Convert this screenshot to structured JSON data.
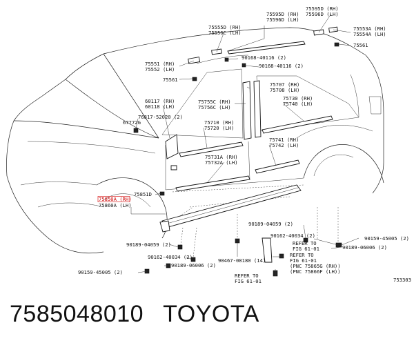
{
  "caption": {
    "part_number": "7585048010",
    "brand": "TOYOTA"
  },
  "diagram": {
    "ref_code": "753303",
    "labels": {
      "l75595": [
        "75595D (RH)",
        "75596D (LH)"
      ],
      "l75555": [
        "75555D (RH)",
        "75556C (LH)"
      ],
      "l75595_2": [
        "75595D (RH)",
        "75596D (LH)"
      ],
      "l75553": [
        "75553A (RH)",
        "75554A (LH)"
      ],
      "l75561a": "75561",
      "l90168a": "90168-40116 (2)",
      "l90168b": "90168-40116 (2)",
      "l75551": [
        "75551 (RH)",
        "75552 (LH)"
      ],
      "l75561b": "75561",
      "l75707": [
        "75707 (RH)",
        "75708 (LH)"
      ],
      "l60117": [
        "60117 (RH)",
        "60118 (LH)"
      ],
      "l75755": [
        "75755C (RH)",
        "75756C (LH)"
      ],
      "l75730": [
        "75730 (RH)",
        "75740 (LH)"
      ],
      "l76817": "76817-52020 (2)",
      "l67772": "67772G",
      "l75710": [
        "75710 (RH)",
        "75720 (LH)"
      ],
      "l75741": [
        "75741 (RH)",
        "75742 (LH)"
      ],
      "l75731": [
        "75731A (RH)",
        "75732A (LH)"
      ],
      "l75851": "75851D",
      "l75850": "75850A (RH)",
      "l75860": "75860A (LH)",
      "l90189a": "90189-04059 (2)",
      "l90162a": "90162-40034 (2)",
      "refer1": [
        "REFER TO",
        "FIG 61-01"
      ],
      "l90159a": "90159-45005 (2)",
      "l90189b": "90189-06006 (2)",
      "l90189c": "90189-04059 (2)",
      "l90162b": "90162-40034 (2)",
      "l90189d": "90189-06006 (2)",
      "l90159b": "90159-45005 (2)",
      "l90467": "90467-08180 (14)",
      "refer2": [
        "REFER TO",
        "FIG 61-01",
        "(PNC 75865G (RH))",
        "(PNC 75866F (LH))"
      ],
      "refer3": [
        "REFER TO",
        "FIG 61-01"
      ]
    }
  }
}
